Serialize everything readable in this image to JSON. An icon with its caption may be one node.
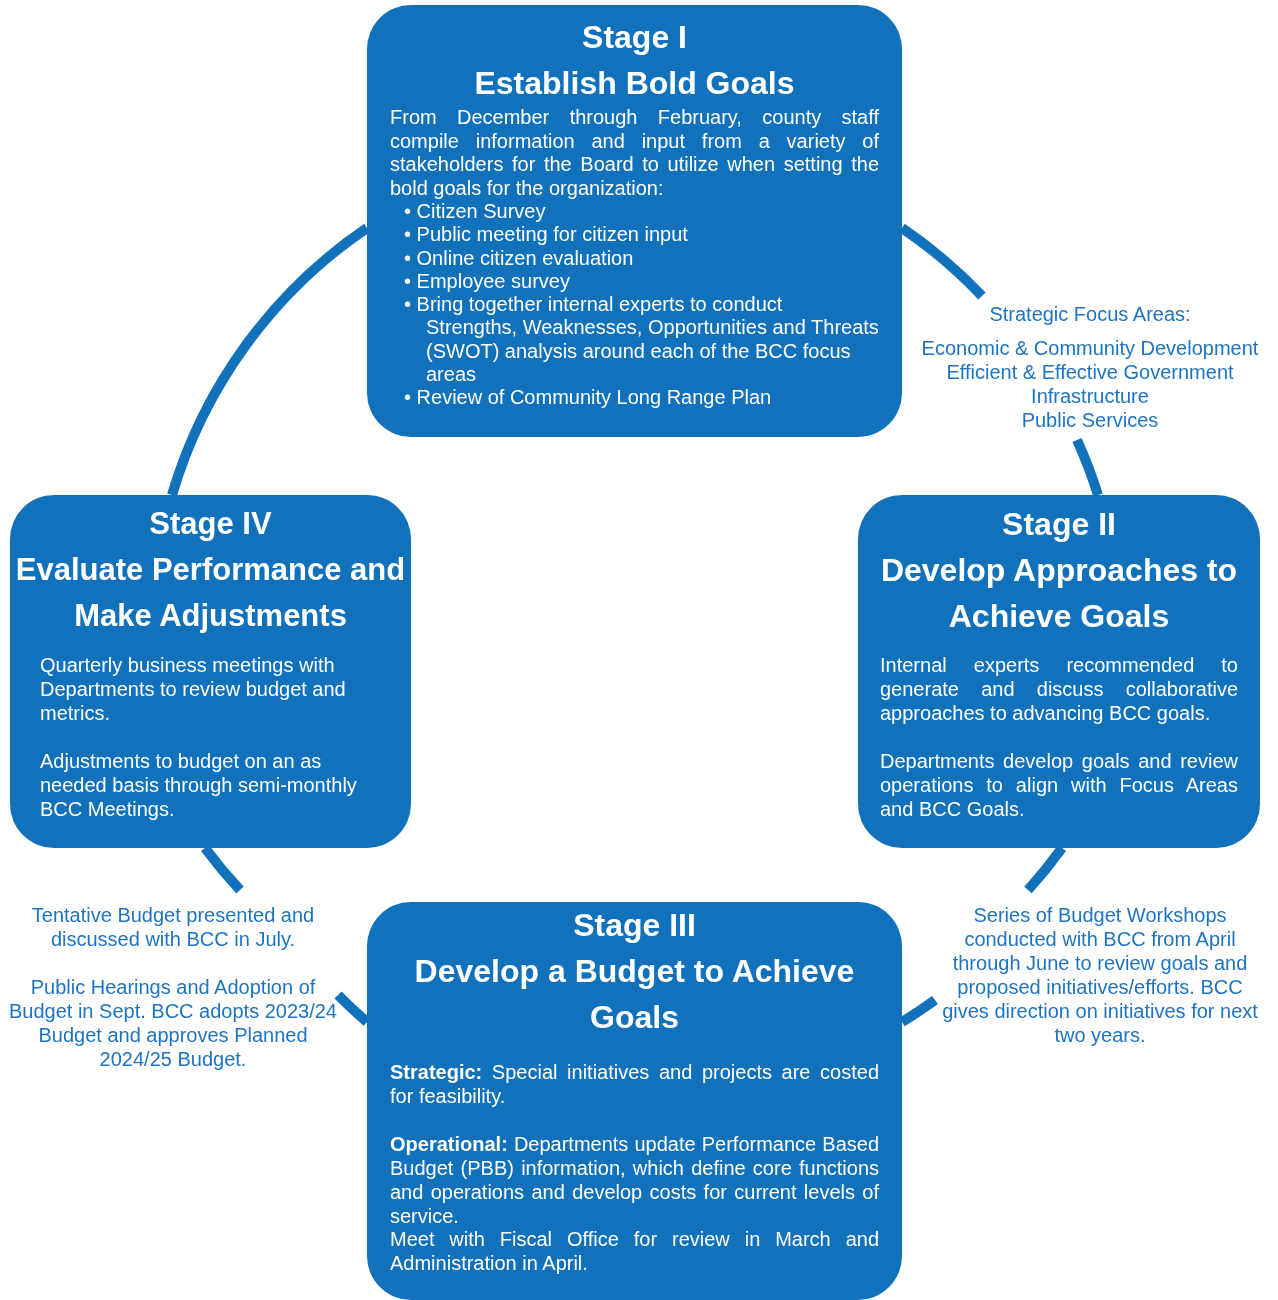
{
  "diagram": {
    "nodes": [
      {
        "text": [
          "Stage I",
          "Establish Bold Goals",
          "From December through February, county staff compile information and input from a variety of stakeholders for the Board to utilize when setting the bold goals for the organization:",
          "• Citizen Survey",
          "• Public meeting for citizen input",
          "• Online citizen evaluation",
          "• Employee survey",
          "• Bring together internal experts to conduct Strengths, Weaknesses, Opportunities and Threats (SWOT) analysis around each of the BCC focus areas",
          "• Review of Community Long Range Plan"
        ]
      },
      {
        "text": [
          "Strategic Focus Areas:",
          "Economic & Community Development",
          "Efficient & Effective Government",
          "Infrastructure",
          "Public Services"
        ]
      },
      {
        "text": [
          "Stage IV",
          "Evaluate Performance and Make Adjustments",
          "Quarterly business meetings with Departments to review budget and metrics.",
          "Adjustments to budget on an as needed basis through semi-monthly BCC Meetings."
        ]
      },
      {
        "text": [
          "Stage II",
          "Develop Approaches to Achieve Goals",
          "Internal experts recommended to generate and discuss collaborative approaches to advancing BCC goals.",
          "Departments develop goals and review operations to align with Focus Areas and BCC Goals."
        ]
      },
      {
        "text": [
          "Tentative Budget presented and discussed with BCC in July.",
          "Public Hearings and Adoption of Budget in Sept. BCC adopts 2023/24 Budget and approves Planned 2024/25 Budget."
        ]
      },
      {
        "text": [
          "Stage III",
          "Develop a Budget to Achieve Goals",
          "**Strategic:** Special initiatives and projects are costed for feasibility.",
          "**Operational:** Departments update Performance Based Budget (PBB) information, which define core functions and operations and develop costs for current levels of service.",
          "Meet with Fiscal Office for review in March and Administration in April."
        ]
      },
      {
        "text": [
          "Series of Budget Workshops conducted with BCC from April through June to review goals and proposed initiatives/efforts. BCC gives direction on initiatives for next two years."
        ]
      }
    ],
    "edges": [
      {
        "from": 0,
        "to": 1,
        "arrow": "none"
      },
      {
        "from": 1,
        "to": 3,
        "arrow": "none"
      },
      {
        "from": 3,
        "to": 6,
        "arrow": "none"
      },
      {
        "from": 6,
        "to": 5,
        "arrow": "none"
      },
      {
        "from": 5,
        "to": 4,
        "arrow": "none"
      },
      {
        "from": 4,
        "to": 2,
        "arrow": "none"
      },
      {
        "from": 2,
        "to": 0,
        "arrow": "none"
      }
    ]
  }
}
